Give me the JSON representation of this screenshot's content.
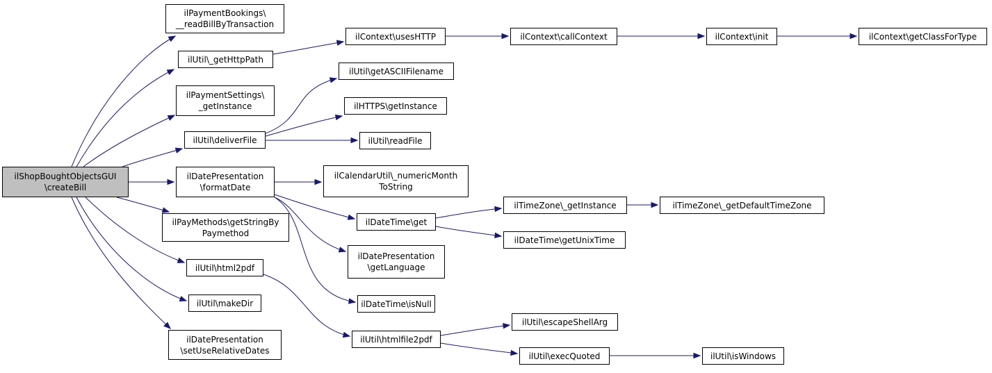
{
  "graph": {
    "edge_color": "#191970",
    "root_fill": "#bfbfbf",
    "nodes": [
      {
        "id": "root",
        "lines": [
          "ilShopBoughtObjectsGUI",
          "\\createBill"
        ]
      },
      {
        "id": "n_readbill",
        "lines": [
          "ilPaymentBookings\\",
          "__readBillByTransaction"
        ]
      },
      {
        "id": "n_gethttppath",
        "lines": [
          "ilUtil\\_getHttpPath"
        ]
      },
      {
        "id": "n_paysettings",
        "lines": [
          "ilPaymentSettings\\",
          "_getInstance"
        ]
      },
      {
        "id": "n_deliverfile",
        "lines": [
          "ilUtil\\deliverFile"
        ]
      },
      {
        "id": "n_formatdate",
        "lines": [
          "ilDatePresentation",
          "\\formatDate"
        ]
      },
      {
        "id": "n_paymethods",
        "lines": [
          "ilPayMethods\\getStringBy",
          "Paymethod"
        ]
      },
      {
        "id": "n_html2pdf",
        "lines": [
          "ilUtil\\html2pdf"
        ]
      },
      {
        "id": "n_makedir",
        "lines": [
          "ilUtil\\makeDir"
        ]
      },
      {
        "id": "n_setrelative",
        "lines": [
          "ilDatePresentation",
          "\\setUseRelativeDates"
        ]
      },
      {
        "id": "n_useshttp",
        "lines": [
          "ilContext\\usesHTTP"
        ]
      },
      {
        "id": "n_callcontext",
        "lines": [
          "ilContext\\callContext"
        ]
      },
      {
        "id": "n_init",
        "lines": [
          "ilContext\\init"
        ]
      },
      {
        "id": "n_getclassfortype",
        "lines": [
          "ilContext\\getClassForType"
        ]
      },
      {
        "id": "n_getascii",
        "lines": [
          "ilUtil\\getASCIIFilename"
        ]
      },
      {
        "id": "n_https",
        "lines": [
          "ilHTTPS\\getInstance"
        ]
      },
      {
        "id": "n_readfile",
        "lines": [
          "ilUtil\\readFile"
        ]
      },
      {
        "id": "n_numericmonth",
        "lines": [
          "ilCalendarUtil\\_numericMonth",
          "ToString"
        ]
      },
      {
        "id": "n_datetimeget",
        "lines": [
          "ilDateTime\\get"
        ]
      },
      {
        "id": "n_getlanguage",
        "lines": [
          "ilDatePresentation",
          "\\getLanguage"
        ]
      },
      {
        "id": "n_isnull",
        "lines": [
          "ilDateTime\\isNull"
        ]
      },
      {
        "id": "n_htmlfile2pdf",
        "lines": [
          "ilUtil\\htmlfile2pdf"
        ]
      },
      {
        "id": "n_tzinstance",
        "lines": [
          "ilTimeZone\\_getInstance"
        ]
      },
      {
        "id": "n_tzdefault",
        "lines": [
          "ilTimeZone\\_getDefaultTimeZone"
        ]
      },
      {
        "id": "n_unixtime",
        "lines": [
          "ilDateTime\\getUnixTime"
        ]
      },
      {
        "id": "n_escapeshell",
        "lines": [
          "ilUtil\\escapeShellArg"
        ]
      },
      {
        "id": "n_execquoted",
        "lines": [
          "ilUtil\\execQuoted"
        ]
      },
      {
        "id": "n_iswindows",
        "lines": [
          "ilUtil\\isWindows"
        ]
      }
    ],
    "edges": [
      [
        "root",
        "n_readbill"
      ],
      [
        "root",
        "n_gethttppath"
      ],
      [
        "root",
        "n_paysettings"
      ],
      [
        "root",
        "n_deliverfile"
      ],
      [
        "root",
        "n_formatdate"
      ],
      [
        "root",
        "n_paymethods"
      ],
      [
        "root",
        "n_html2pdf"
      ],
      [
        "root",
        "n_makedir"
      ],
      [
        "root",
        "n_setrelative"
      ],
      [
        "n_gethttppath",
        "n_useshttp"
      ],
      [
        "n_useshttp",
        "n_callcontext"
      ],
      [
        "n_callcontext",
        "n_init"
      ],
      [
        "n_init",
        "n_getclassfortype"
      ],
      [
        "n_deliverfile",
        "n_getascii"
      ],
      [
        "n_deliverfile",
        "n_https"
      ],
      [
        "n_deliverfile",
        "n_readfile"
      ],
      [
        "n_formatdate",
        "n_numericmonth"
      ],
      [
        "n_formatdate",
        "n_datetimeget"
      ],
      [
        "n_formatdate",
        "n_getlanguage"
      ],
      [
        "n_formatdate",
        "n_isnull"
      ],
      [
        "n_datetimeget",
        "n_tzinstance"
      ],
      [
        "n_datetimeget",
        "n_unixtime"
      ],
      [
        "n_tzinstance",
        "n_tzdefault"
      ],
      [
        "n_html2pdf",
        "n_htmlfile2pdf"
      ],
      [
        "n_htmlfile2pdf",
        "n_escapeshell"
      ],
      [
        "n_htmlfile2pdf",
        "n_execquoted"
      ],
      [
        "n_execquoted",
        "n_iswindows"
      ]
    ]
  }
}
